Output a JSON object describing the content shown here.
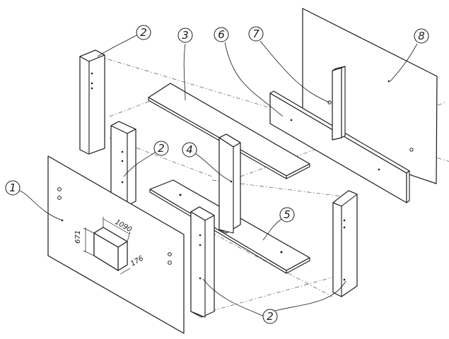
{
  "callouts": [
    {
      "label": "1"
    },
    {
      "label": "2"
    },
    {
      "label": "2"
    },
    {
      "label": "2"
    },
    {
      "label": "3"
    },
    {
      "label": "4"
    },
    {
      "label": "5"
    },
    {
      "label": "6"
    },
    {
      "label": "7"
    },
    {
      "label": "8"
    }
  ],
  "dimensions": {
    "length": "1090",
    "height": "671",
    "depth": "176"
  }
}
